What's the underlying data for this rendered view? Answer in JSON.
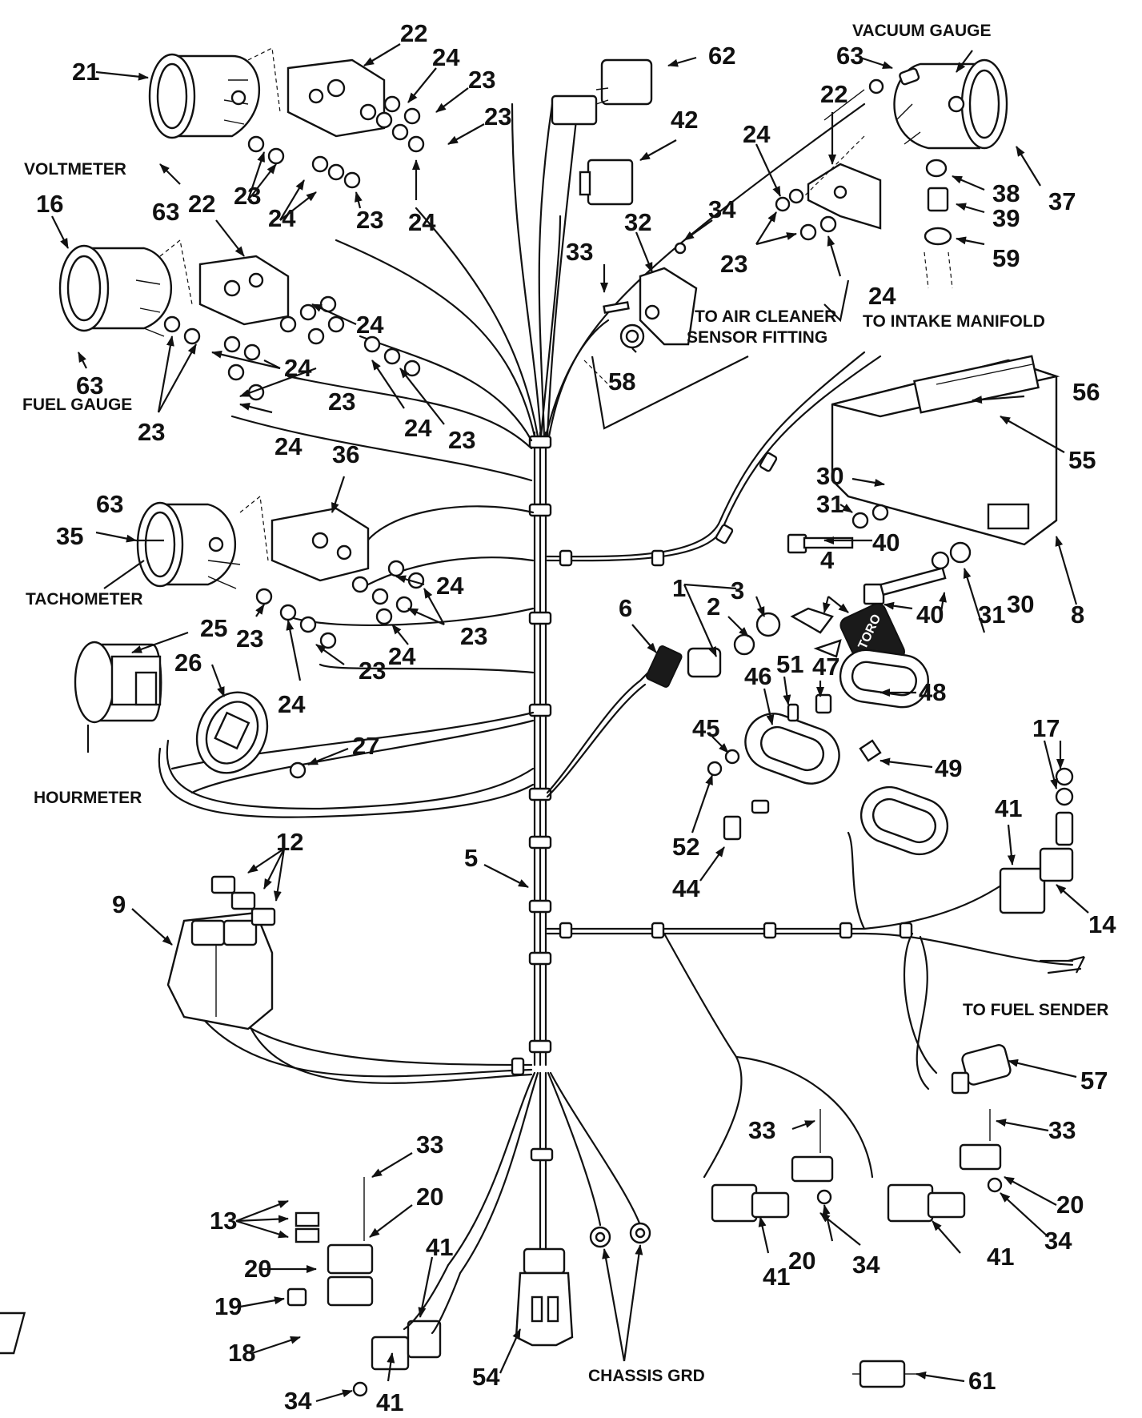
{
  "labels": {
    "vacuum_gauge": "VACUUM GAUGE",
    "voltmeter": "VOLTMETER",
    "fuel_gauge": "FUEL GAUGE",
    "tachometer": "TACHOMETER",
    "hourmeter": "HOURMETER",
    "air_cleaner_1": "TO AIR CLEANER",
    "air_cleaner_2": "SENSOR FITTING",
    "intake_manifold": "TO INTAKE MANIFOLD",
    "fuel_sender": "TO FUEL SENDER",
    "chassis_grd": "CHASSIS GRD",
    "key_tag": "TORO"
  },
  "callouts": {
    "c21": "21",
    "c22a": "22",
    "c24a": "24",
    "c23a": "23",
    "c23b": "23",
    "c63a": "63",
    "c23c": "23",
    "c24b": "24",
    "c23d": "23",
    "c24c": "24",
    "c62": "62",
    "c42": "42",
    "c63b": "63",
    "c22b": "22",
    "c37": "37",
    "c38": "38",
    "c39": "39",
    "c59": "59",
    "c24d": "24",
    "c23e": "23",
    "c24e": "24",
    "c33a": "33",
    "c32": "32",
    "c34a": "34",
    "c58": "58",
    "c16": "16",
    "c22c": "22",
    "c24f": "24",
    "c24g": "24",
    "c23f": "23",
    "c63c": "63",
    "c23g": "23",
    "c24h": "24",
    "c24i": "24",
    "c23h": "23",
    "c56": "56",
    "c55": "55",
    "c30a": "30",
    "c31a": "31",
    "c40a": "40",
    "c40b": "40",
    "c31b": "31",
    "c30b": "30",
    "c8": "8",
    "c63d": "63",
    "c36": "36",
    "c35": "35",
    "c24j": "24",
    "c23i": "23",
    "c23j": "23",
    "c24k": "24",
    "c23k": "23",
    "c24l": "24",
    "c25": "25",
    "c26": "26",
    "c27": "27",
    "c1": "1",
    "c2": "2",
    "c3": "3",
    "c4": "4",
    "c6": "6",
    "c46": "46",
    "c51": "51",
    "c47": "47",
    "c48": "48",
    "c45": "45",
    "c49": "49",
    "c52": "52",
    "c44": "44",
    "c17": "17",
    "c41a": "41",
    "c14": "14",
    "c12": "12",
    "c9": "9",
    "c5": "5",
    "c57": "57",
    "c33b": "33",
    "c33c": "33",
    "c20a": "20",
    "c34b": "34",
    "c20b": "20",
    "c34c": "34",
    "c41b": "41",
    "c41c": "41",
    "c33d": "33",
    "c20c": "20",
    "c41d": "41",
    "c13": "13",
    "c20d": "20",
    "c19": "19",
    "c18": "18",
    "c34d": "34",
    "c41e": "41",
    "c54": "54",
    "c61": "61"
  }
}
